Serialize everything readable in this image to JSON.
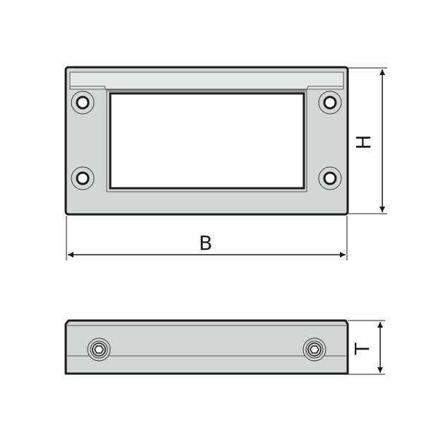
{
  "labels": {
    "width": "B",
    "height": "H",
    "thickness": "T"
  },
  "colors": {
    "outline": "#1a1a1a",
    "body_fill": "#d4d6d6",
    "band_fill": "#e6e7e7",
    "window_fill": "#ffffff"
  }
}
